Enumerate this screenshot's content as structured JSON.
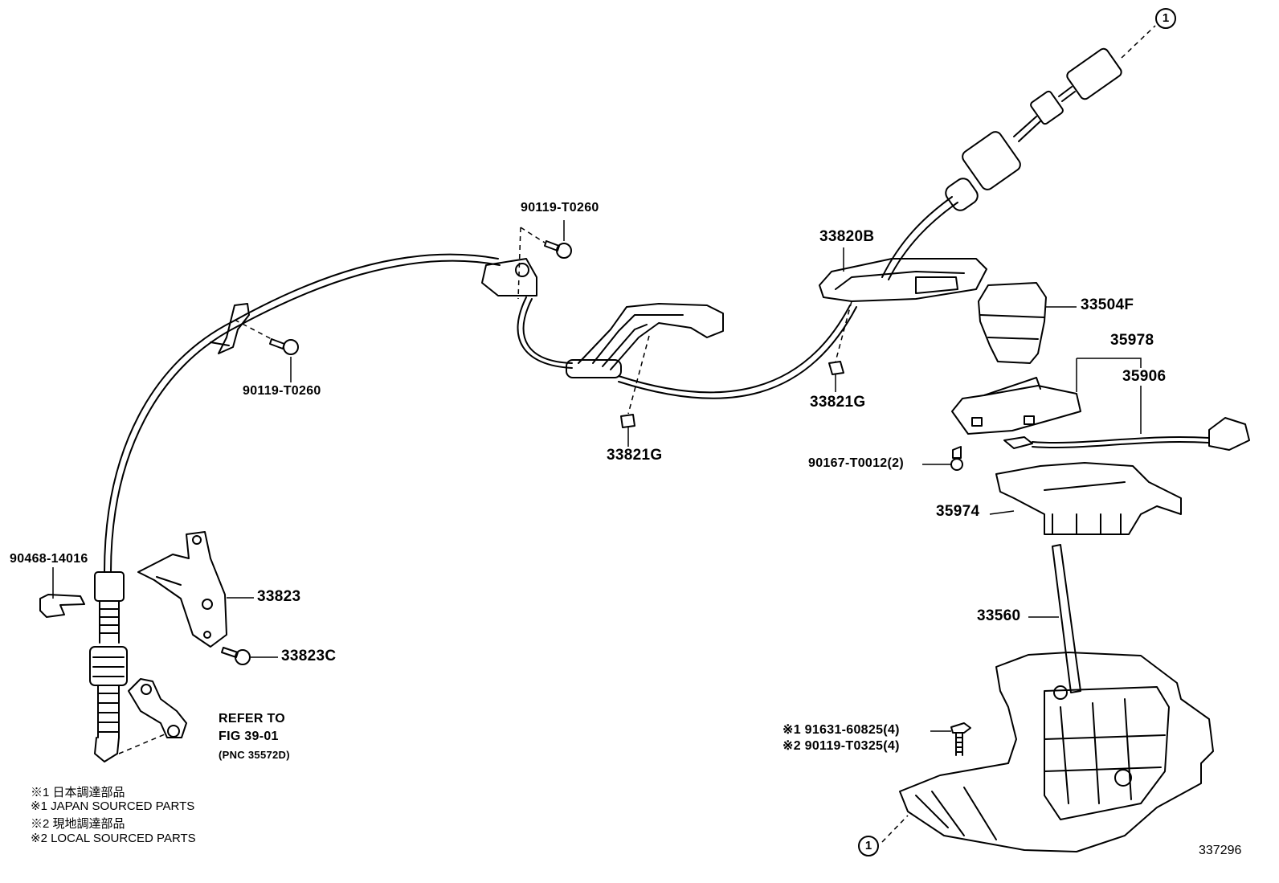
{
  "labels": {
    "p33820B": "33820B",
    "p33504F": "33504F",
    "p35978": "35978",
    "p35906": "35906",
    "p33821G_a": "33821G",
    "p33821G_b": "33821G",
    "p90119_top": "90119-T0260",
    "p90119_left": "90119-T0260",
    "p90167": "90167-T0012(2)",
    "p35974": "35974",
    "p33560": "33560",
    "p90468": "90468-14016",
    "p33823": "33823",
    "p33823C": "33823C",
    "refer1": "REFER TO",
    "refer2": "FIG 39-01",
    "refer3": "(PNC 35572D)",
    "bolt1": "※1 91631-60825(4)",
    "bolt2": "※2 90119-T0325(4)"
  },
  "circle_marker": "1",
  "notes": [
    "※1  日本調達部品",
    "※1  JAPAN SOURCED PARTS",
    "※2  現地調達部品",
    "※2  LOCAL SOURCED PARTS"
  ],
  "figure_number": "337296"
}
